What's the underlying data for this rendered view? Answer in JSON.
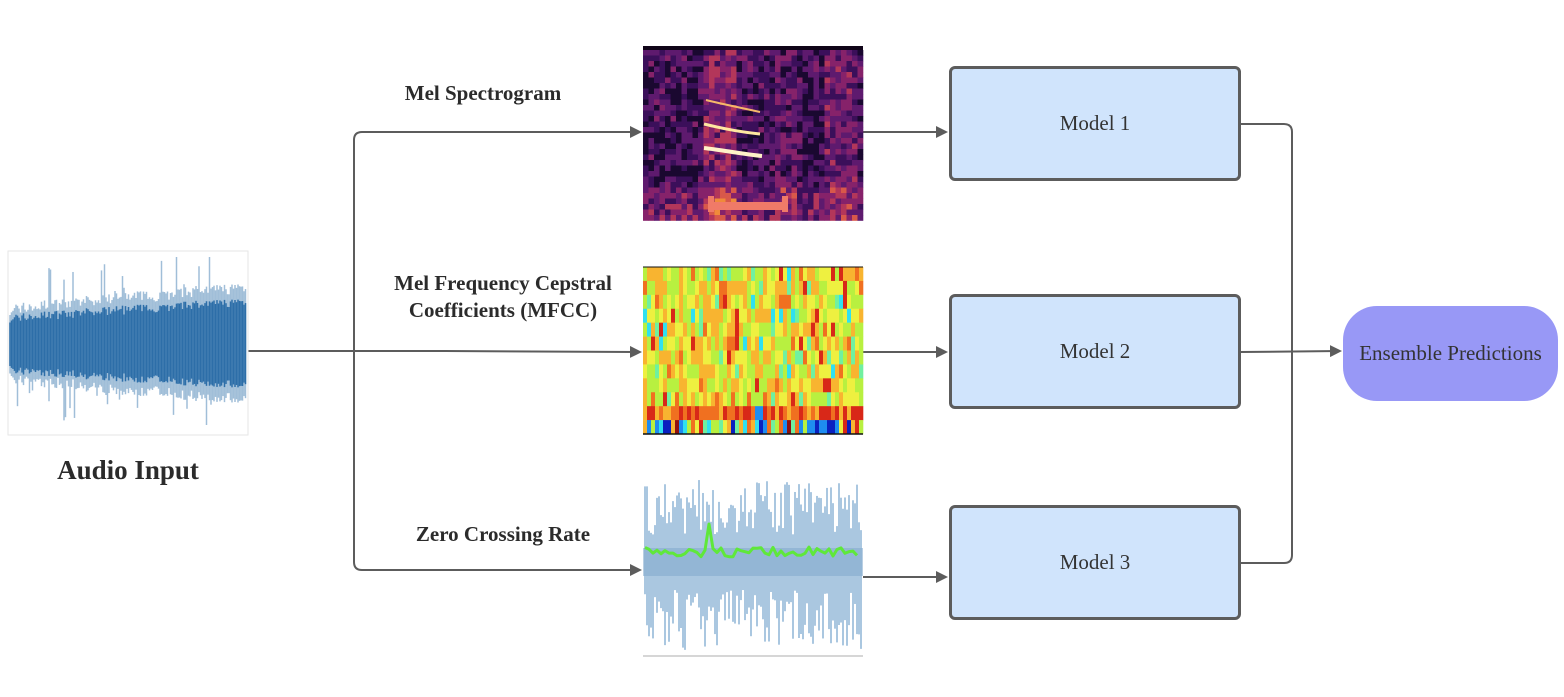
{
  "input": {
    "label": "Audio Input"
  },
  "features": [
    {
      "id": "mel",
      "label": "Mel Spectrogram"
    },
    {
      "id": "mfcc",
      "label_line1": "Mel Frequency Cepstral",
      "label_line2": "Coefficients (MFCC)"
    },
    {
      "id": "zcr",
      "label": "Zero Crossing Rate"
    }
  ],
  "models": [
    {
      "label": "Model 1"
    },
    {
      "label": "Model 2"
    },
    {
      "label": "Model 3"
    }
  ],
  "output": {
    "label": "Ensemble Predictions"
  },
  "colors": {
    "waveform": "#2d6ea8",
    "model_fill": "#d0e4fc",
    "model_border": "#5c5c5c",
    "ensemble_fill": "#9898f6",
    "connector": "#5c5c5c"
  }
}
